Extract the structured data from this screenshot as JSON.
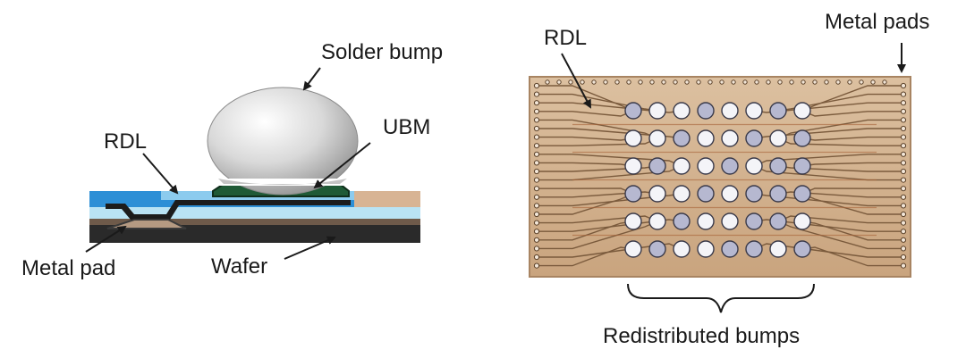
{
  "left_diagram": {
    "labels": {
      "solder_bump": "Solder bump",
      "ubm": "UBM",
      "rdl": "RDL",
      "metal_pad": "Metal pad",
      "wafer": "Wafer"
    }
  },
  "right_diagram": {
    "labels": {
      "rdl": "RDL",
      "metal_pads": "Metal pads",
      "redistributed_bumps": "Redistributed bumps"
    },
    "bump_grid": {
      "rows": 6,
      "columns": 8
    },
    "colors": {
      "substrate": "#d4b28f",
      "trace": "#7a5a3c",
      "bump_light": "#f4f4f8",
      "bump_shaded": "#b6b8d0"
    }
  },
  "colors": {
    "solder": "#d8d8d8",
    "ubm": "#1f5a36",
    "rdl_blue": "#2d8fd6",
    "passivation_light": "#b9e3f4",
    "pad_tan": "#d8b494",
    "wafer_dark": "#2a2a2a"
  }
}
